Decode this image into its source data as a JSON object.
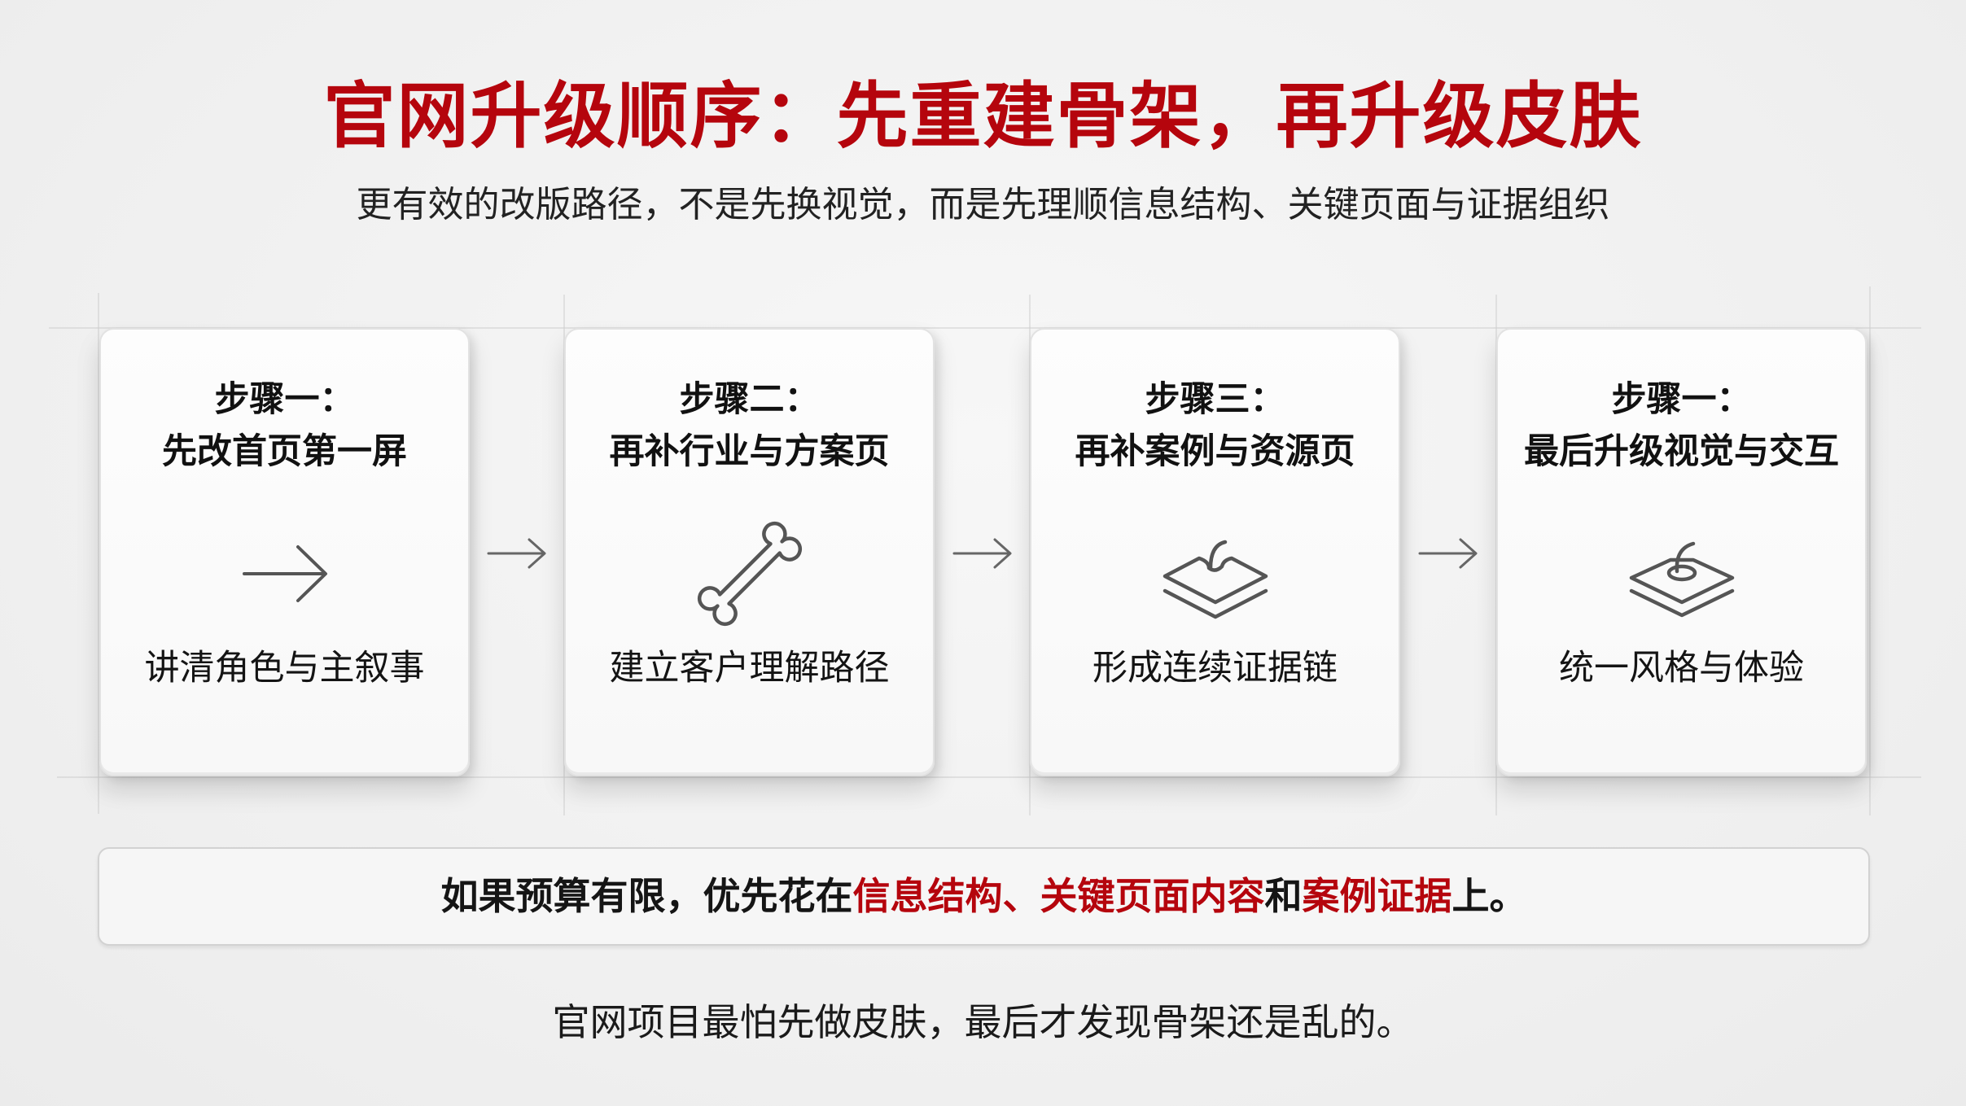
{
  "header": {
    "title": "官网升级顺序：先重建骨架，再升级皮肤",
    "subtitle": "更有效的改版路径，不是先换视觉，而是先理顺信息结构、关键页面与证据组织"
  },
  "steps": [
    {
      "step": "步骤一：",
      "name": "先改首页第一屏",
      "icon": "arrow-right-icon",
      "desc": "讲清角色与主叙事"
    },
    {
      "step": "步骤二：",
      "name": "再补行业与方案页",
      "icon": "bone-icon",
      "desc": "建立客户理解路径"
    },
    {
      "step": "步骤三：",
      "name": "再补案例与资源页",
      "icon": "layers-drop-icon",
      "desc": "形成连续证据链"
    },
    {
      "step": "步骤一：",
      "name": "最后升级视觉与交互",
      "icon": "layers-drop-icon",
      "desc": "统一风格与体验"
    }
  ],
  "flow_arrows": [
    "→",
    "→",
    "→"
  ],
  "callout": {
    "parts": [
      {
        "text": "如果预算有限，优先花在",
        "highlight": false
      },
      {
        "text": "信息结构、关键页面内容",
        "highlight": true
      },
      {
        "text": "和",
        "highlight": false
      },
      {
        "text": "案例证据",
        "highlight": true
      },
      {
        "text": "上。",
        "highlight": false
      }
    ]
  },
  "footer": {
    "text": "官网项目最怕先做皮肤，最后才发现骨架还是乱的。"
  },
  "colors": {
    "accent_red": "#b5050d",
    "text_dark": "#151515",
    "background": "#f3f3f3",
    "icon_stroke": "#555555"
  }
}
